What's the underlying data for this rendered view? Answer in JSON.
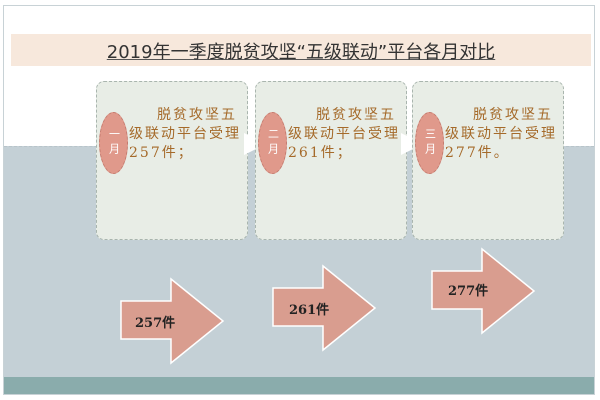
{
  "title": "2019年一季度脱贫攻坚“五级联动”平台各月对比",
  "months": [
    {
      "label": "一月",
      "text": "脱贫攻坚五级联动平台受理257件；",
      "count": "257件"
    },
    {
      "label": "二月",
      "text": "脱贫攻坚五级联动平台受理261件；",
      "count": "261件"
    },
    {
      "label": "三月",
      "text": "脱贫攻坚五级联动平台受理277件。",
      "count": "277件"
    }
  ],
  "colors": {
    "accent": "#e0998b",
    "arrow": "#d99d8f",
    "card": "#e8ede6",
    "background": "#c4d0d6",
    "footer": "#8aacac"
  }
}
